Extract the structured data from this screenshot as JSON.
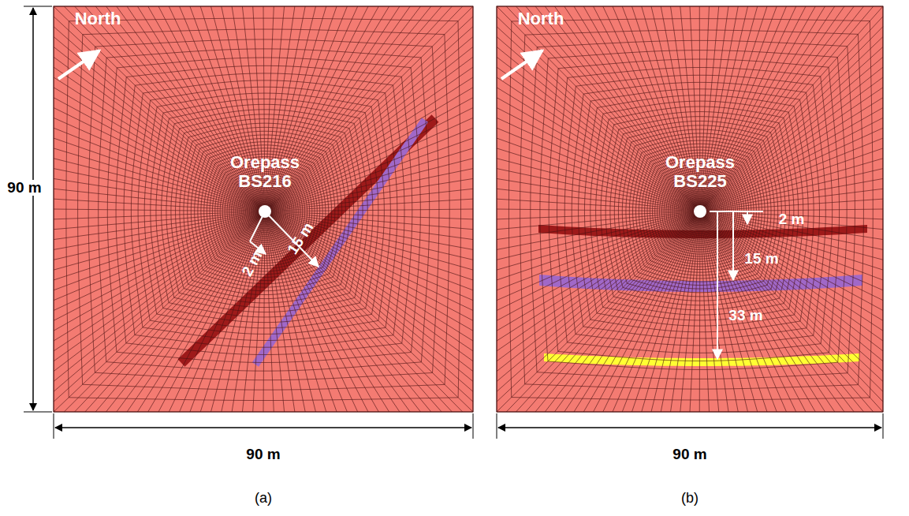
{
  "diagram": {
    "labels": [
      "North",
      "Orepass BS216",
      "2 m",
      "15 m",
      "North",
      "Orepass BS225",
      "2 m",
      "15 m",
      "33 m",
      "90 m",
      "90 m",
      "90 m",
      "(a)",
      "(b)"
    ]
  }
}
